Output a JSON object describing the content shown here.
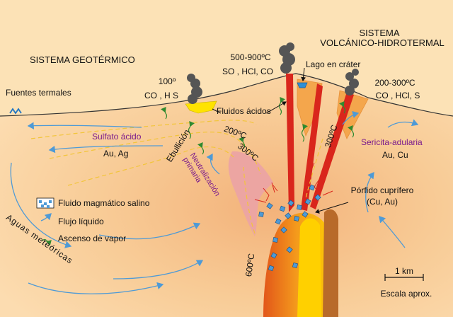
{
  "labels": {
    "geothermal_system": "SISTEMA GEOTÉRMICO",
    "volcanic_system_line1": "SISTEMA",
    "volcanic_system_line2": "VOLCÁNICO-HIDROTERMAL",
    "temp_left": "100º",
    "gases_left": "CO , H S",
    "temp_center": "500-900ºC",
    "gases_center": "SO , HCl, CO",
    "temp_right": "200-300ºC",
    "gases_right": "CO , HCl, S",
    "hot_springs": "Fuentes termales",
    "crater_lake": "Lago en cráter",
    "acid_fluids": "Fluidos ácidos",
    "acid_sulfate": "Sulfato ácido",
    "au_ag": "Au, Ag",
    "boiling": "Ebullición",
    "iso_200": "200ºC",
    "iso_300_left": "300ºC",
    "primary_neutralization": "Neutralización primaria",
    "iso_300_right": "300ºC",
    "sericite_adularia": "Sericita-adularia",
    "au_cu": "Au, Cu",
    "copper_porphyry": "Pórfido cuprífero",
    "cu_au": "(Cu, Au)",
    "iso_600": "600ºC",
    "meteoric_waters": "Aguas meteóricas",
    "scale_value": "1 km",
    "scale_caption": "Escala aprox."
  },
  "legend": [
    {
      "label": "Fluido magmático salino",
      "swatch": "blue-squares"
    },
    {
      "label": "Flujo líquido",
      "swatch": "blue-arrow"
    },
    {
      "label": "Ascenso de vapor",
      "swatch": "green-wavy-arrow"
    }
  ],
  "colors": {
    "background": "#fce2b6",
    "magma_orange": "#e86f17",
    "magma_yellow": "#ffd400",
    "dike_red": "#d9261c",
    "acid_alteration_pink": "#eca5a2",
    "liquid_flow_blue": "#4e9ad6",
    "vapor_green": "#2f8a2f",
    "isotherm_yellow": "#f2c53a",
    "steam_grey": "#555555",
    "crater_lake_blue": "#2f8fd6"
  }
}
